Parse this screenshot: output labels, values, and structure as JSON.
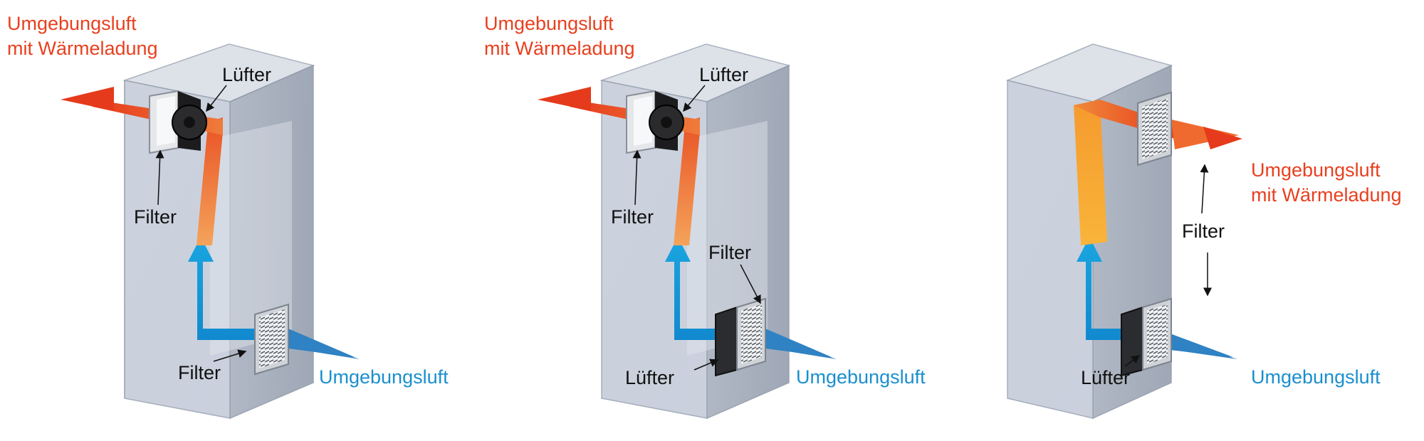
{
  "colors": {
    "hot_air": "#e8401f",
    "ambient_air": "#1a8fcf",
    "label_text": "#111111",
    "cabinet_front": "#c9d0dc",
    "cabinet_side": "#9ea7b6",
    "cabinet_top": "#d9dee6"
  },
  "diagrams": [
    {
      "hot_label_line1": "Umgebungsluft",
      "hot_label_line2": "mit Wärmeladung",
      "ambient_label": "Umgebungsluft",
      "top_device_label": "Lüfter",
      "top_filter_label": "Filter",
      "bottom_label": "Filter"
    },
    {
      "hot_label_line1": "Umgebungsluft",
      "hot_label_line2": "mit Wärmeladung",
      "ambient_label": "Umgebungsluft",
      "top_device_label": "Lüfter",
      "top_filter_label": "Filter",
      "bottom_filter_label": "Filter",
      "bottom_label": "Lüfter"
    },
    {
      "hot_label_line1": "Umgebungsluft",
      "hot_label_line2": "mit Wärmeladung",
      "ambient_label": "Umgebungsluft",
      "filter_label": "Filter",
      "bottom_label": "Lüfter"
    }
  ]
}
